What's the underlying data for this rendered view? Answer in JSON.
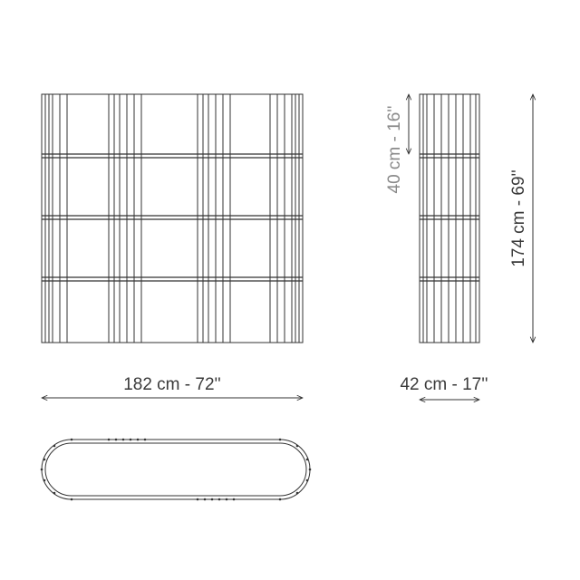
{
  "dimensions": {
    "width": "182 cm - 72''",
    "depth": "42 cm - 17''",
    "height": "174 cm - 69''",
    "shelf_spacing": "40 cm - 16''"
  },
  "colors": {
    "line": "#333333",
    "text": "#3a3a3a",
    "text_muted": "#8a8a8a"
  }
}
